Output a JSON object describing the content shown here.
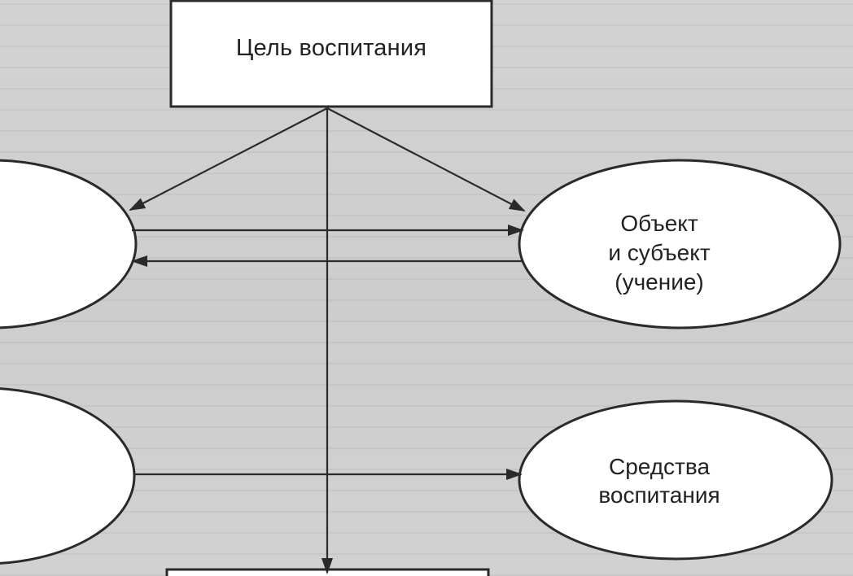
{
  "diagram": {
    "goal": {
      "label": "Цель воспитания"
    },
    "object_subject": {
      "line1": "Объект",
      "line2": "и субъект",
      "line3": "(учение)"
    },
    "means": {
      "line1": "Средства",
      "line2": "воспитания"
    }
  },
  "colors": {
    "background": "#d0d0d0",
    "box_fill": "#ffffff",
    "stroke": "#2a2a2a",
    "text": "#222222"
  }
}
